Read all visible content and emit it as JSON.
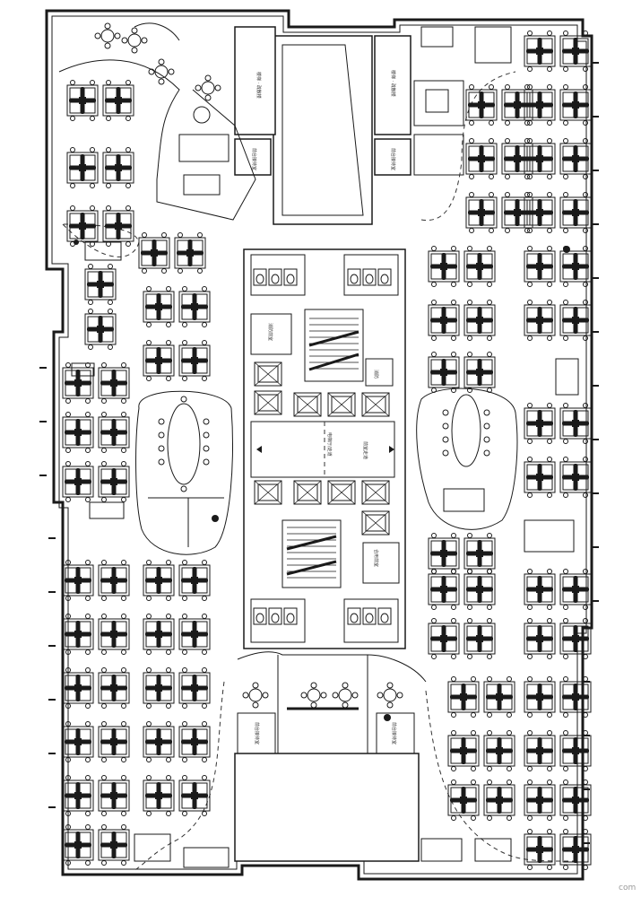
{
  "plan": {
    "room_labels": {
      "stair_left": "楼梯 · 疏散楼",
      "stair_right": "楼梯 · 疏散楼",
      "room_tl": "前台接待室",
      "room_tr": "前台接待室",
      "core_left": "消防前室",
      "core_right": "消防",
      "corridor_left": "电梯厅/走道",
      "corridor_right": "前室走道",
      "core_lower_right": "合用前室",
      "room_bl": "前台接待室",
      "room_br": "前台接待室"
    },
    "watermark": "com"
  }
}
